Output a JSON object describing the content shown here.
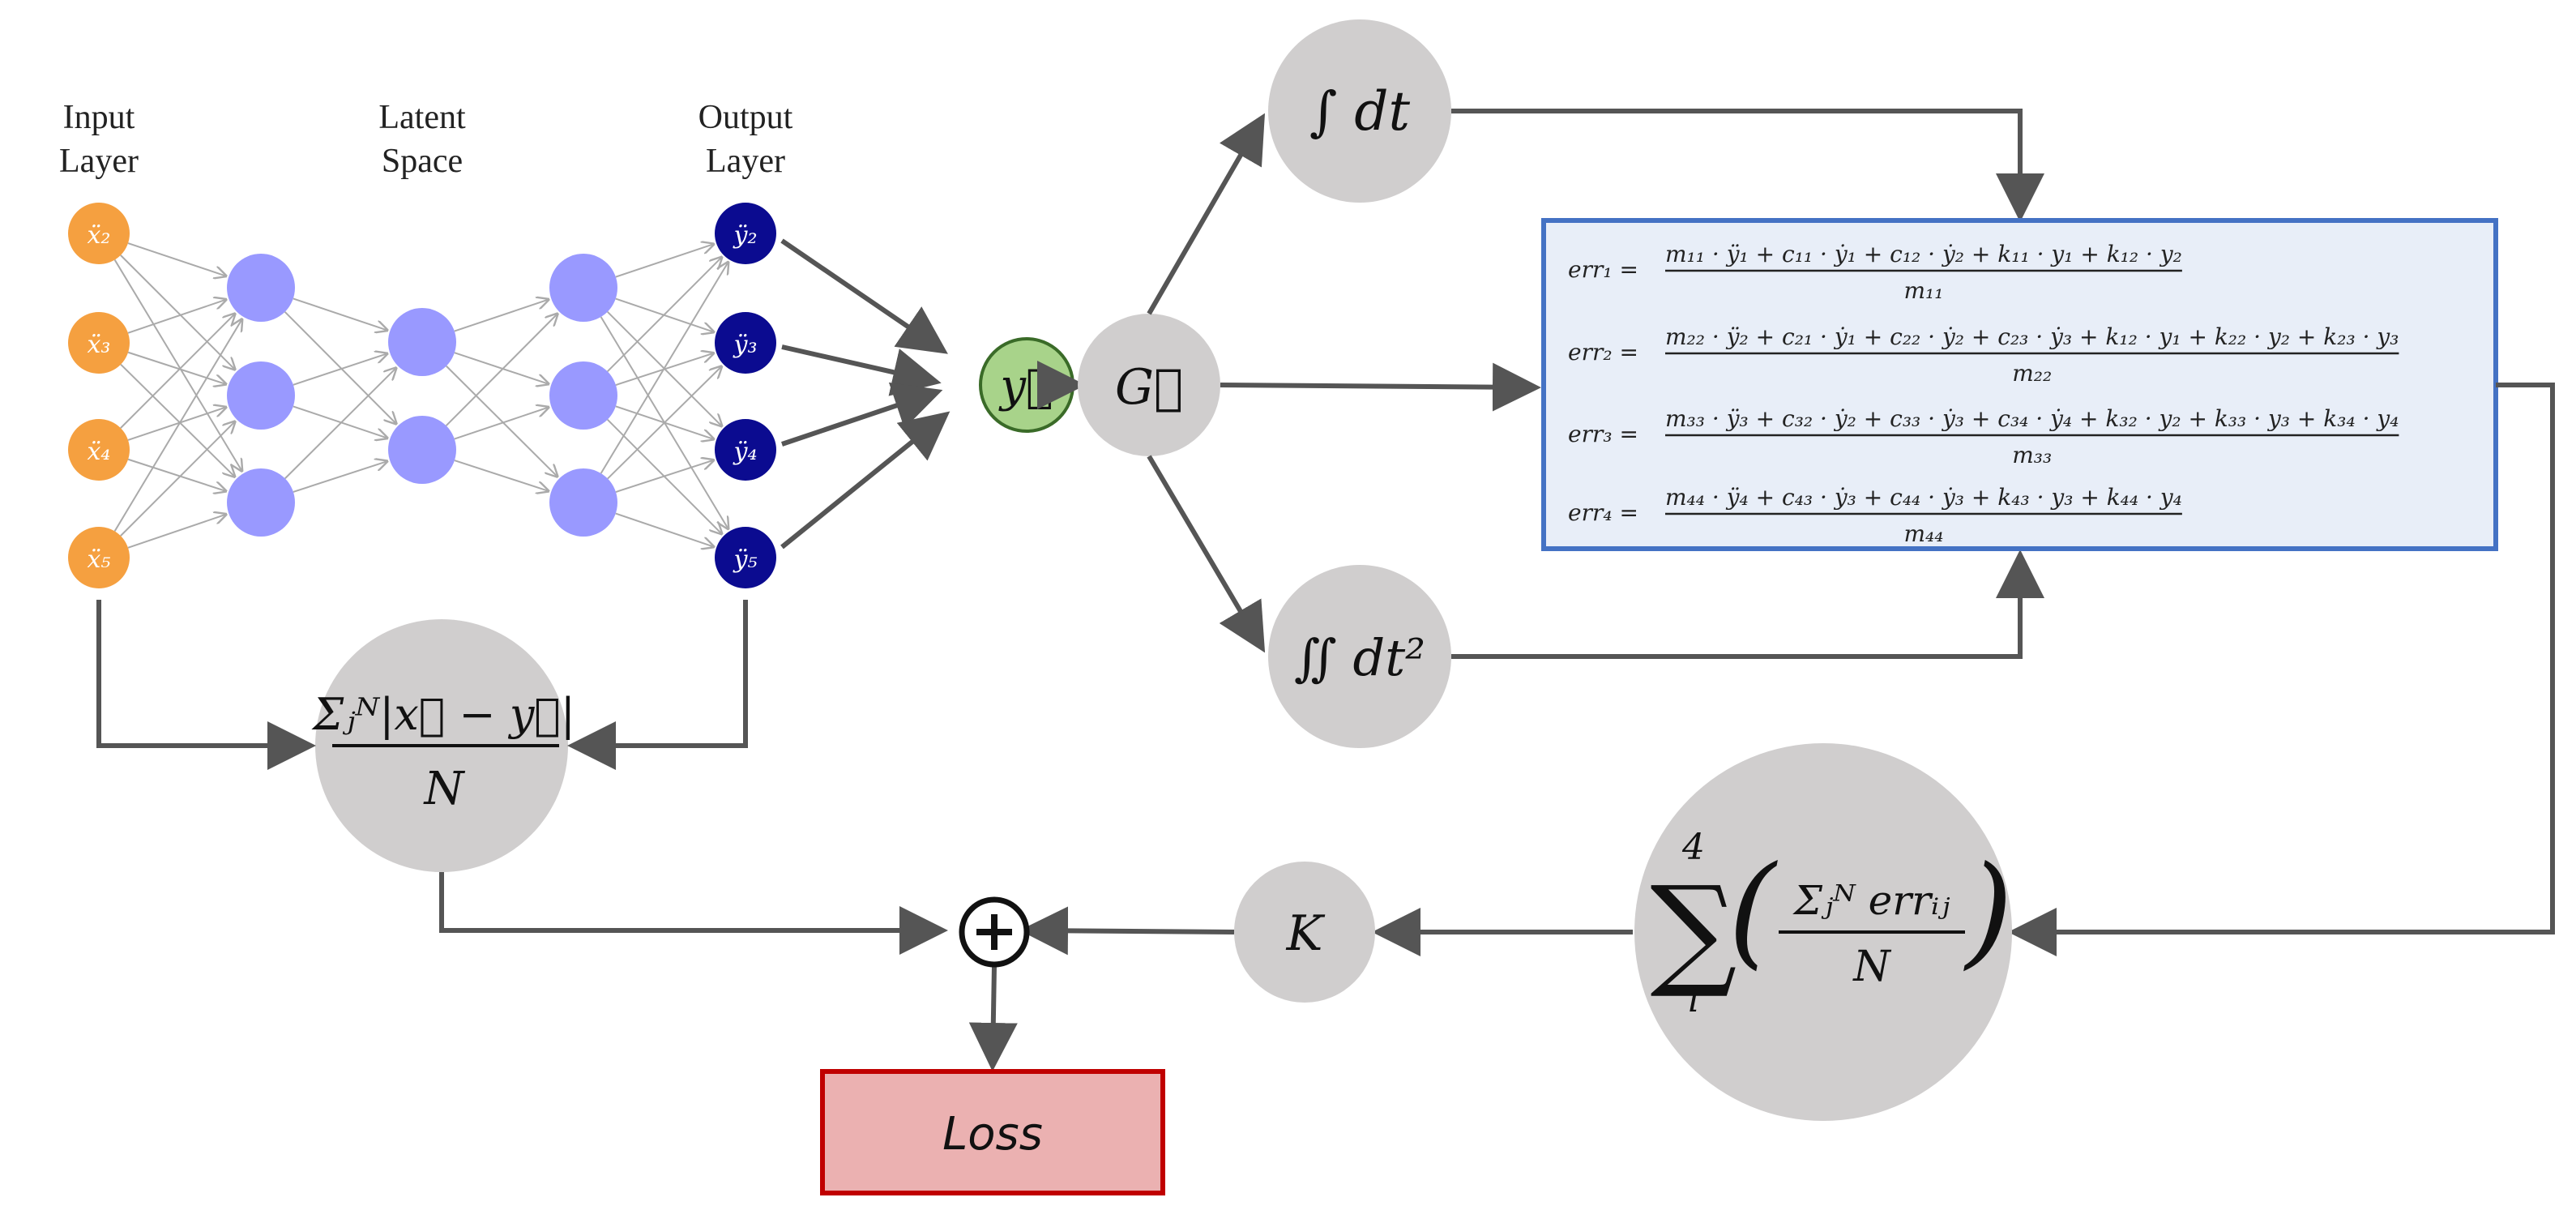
{
  "layers": {
    "input_title": [
      "Input",
      "Layer"
    ],
    "latent_title": [
      "Latent",
      "Space"
    ],
    "output_title": [
      "Output",
      "Layer"
    ],
    "inputs": [
      "ẍ₂",
      "ẍ₃",
      "ẍ₄",
      "ẍ₅"
    ],
    "outputs": [
      "ÿ₂",
      "ÿ₃",
      "ÿ₄",
      "ÿ₅"
    ]
  },
  "nodes": {
    "y_vec": "y⃗",
    "G_vec": "G⃗",
    "integral_dt": "∫ dt",
    "double_integral_dt2": "∬ dt²",
    "K": "K",
    "sum_over_errors_numerator": "Σⱼᴺ errᵢⱼ",
    "sum_over_errors_denominator": "N",
    "sum_index_top": "4",
    "sum_index_bottom": "i",
    "input_output_numerator": "Σⱼᴺ|x⃗ − y⃗|",
    "input_output_denominator": "N",
    "plus": "+",
    "loss": "Loss"
  },
  "equations": [
    {
      "lhs": "err₁ =",
      "numerator": "m₁₁ · ÿ₁ + c₁₁ · ẏ₁ + c₁₂ · ẏ₂ + k₁₁ · y₁ + k₁₂ · y₂",
      "denominator": "m₁₁"
    },
    {
      "lhs": "err₂ =",
      "numerator": "m₂₂ · ÿ₂ + c₂₁ · ẏ₁ + c₂₂ · ẏ₂ + c₂₃ · ẏ₃ + k₁₂ · y₁ + k₂₂ · y₂ + k₂₃ · y₃",
      "denominator": "m₂₂"
    },
    {
      "lhs": "err₃ =",
      "numerator": "m₃₃ · ÿ₃ + c₃₂ · ẏ₂ + c₃₃ · ẏ₃ + c₃₄ · ẏ₄ + k₃₂ · y₂ + k₃₃ · y₃ + k₃₄ · y₄",
      "denominator": "m₃₃"
    },
    {
      "lhs": "err₄ =",
      "numerator": "m₄₄ · ÿ₄ + c₄₃ · ẏ₃ + c₄₄ · ẏ₃ + k₄₃ · y₃ + k₄₄ · y₄",
      "denominator": "m₄₄"
    }
  ],
  "colors": {
    "input_node": "#f5a040",
    "hidden_node": "#9999ff",
    "output_node": "#0b0b90",
    "y_node": "#a8d38a",
    "grey_node": "#d0cece",
    "equation_box_fill": "#e8eef8",
    "equation_box_border": "#4472c4",
    "loss_fill": "#ebb1b1",
    "loss_border": "#c00000",
    "arrow": "#555555"
  }
}
